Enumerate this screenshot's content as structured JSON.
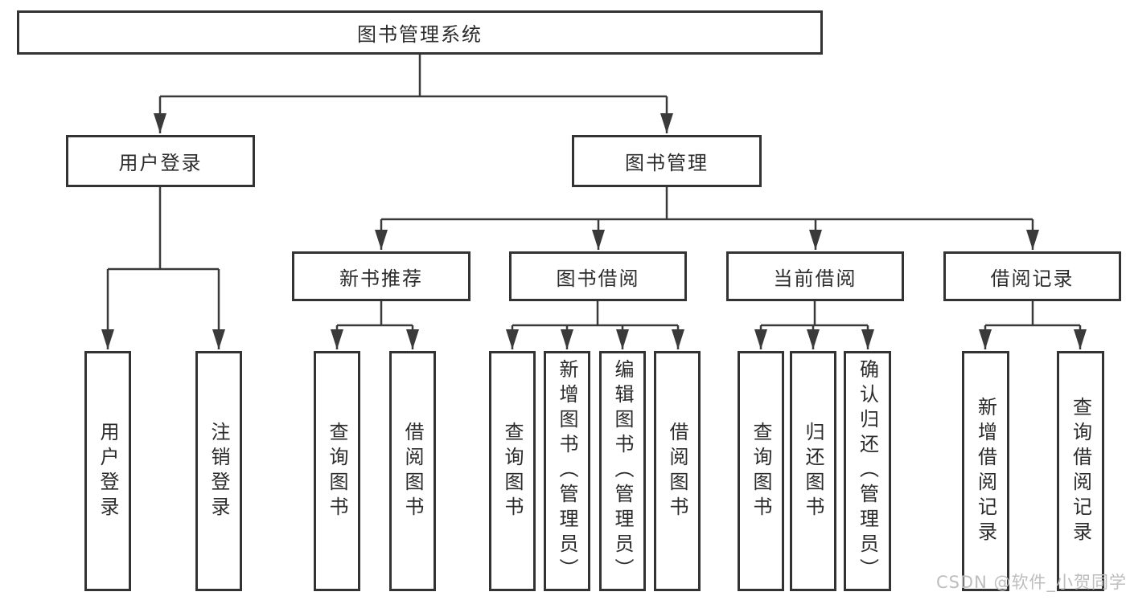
{
  "tree": {
    "root": "图书管理系统",
    "branches": [
      {
        "label": "用户登录",
        "children": [
          "用户登录",
          "注销登录"
        ]
      },
      {
        "label": "图书管理",
        "groups": [
          {
            "label": "新书推荐",
            "children": [
              "查询图书",
              "借阅图书"
            ]
          },
          {
            "label": "图书借阅",
            "children": [
              "查询图书",
              "新增图书（管理员）",
              "编辑图书（管理员）",
              "借阅图书"
            ]
          },
          {
            "label": "当前借阅",
            "children": [
              "查询图书",
              "归还图书",
              "确认归还（管理员）"
            ]
          },
          {
            "label": "借阅记录",
            "children": [
              "新增借阅记录",
              "查询借阅记录"
            ]
          }
        ]
      }
    ]
  },
  "watermark": {
    "text": "CSDN @软件_小贺同学"
  },
  "colors": {
    "line": "#3a3a3a",
    "box_border": "#333333",
    "text": "#2b2b2b",
    "watermark": "#bdbdbd",
    "background": "#ffffff"
  }
}
